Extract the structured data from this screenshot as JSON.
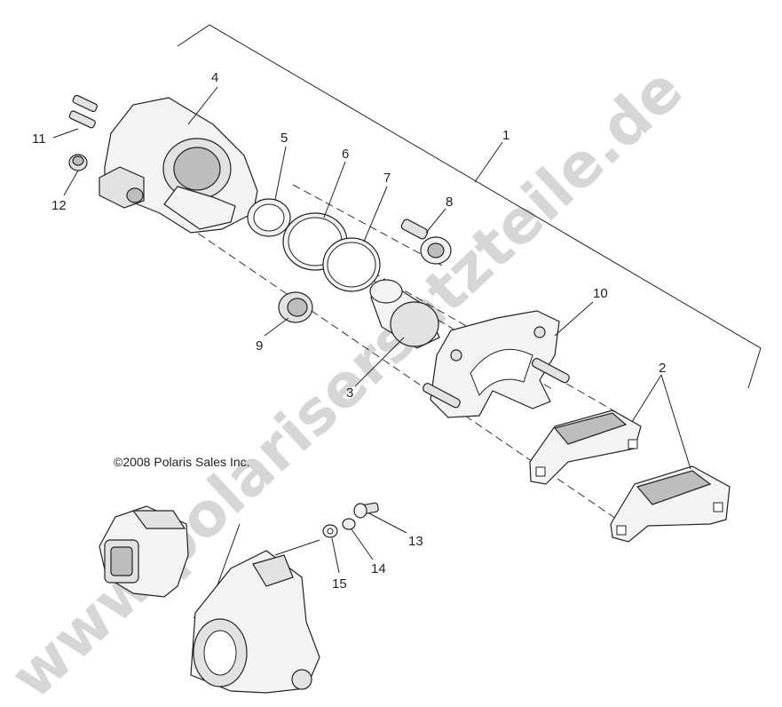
{
  "diagram": {
    "callouts": [
      "1",
      "2",
      "3",
      "4",
      "5",
      "6",
      "7",
      "8",
      "9",
      "10",
      "11",
      "12",
      "13",
      "14",
      "15"
    ],
    "copyright": "©2008 Polaris Sales Inc.",
    "watermark": "www.polarisersatzteile.de"
  }
}
